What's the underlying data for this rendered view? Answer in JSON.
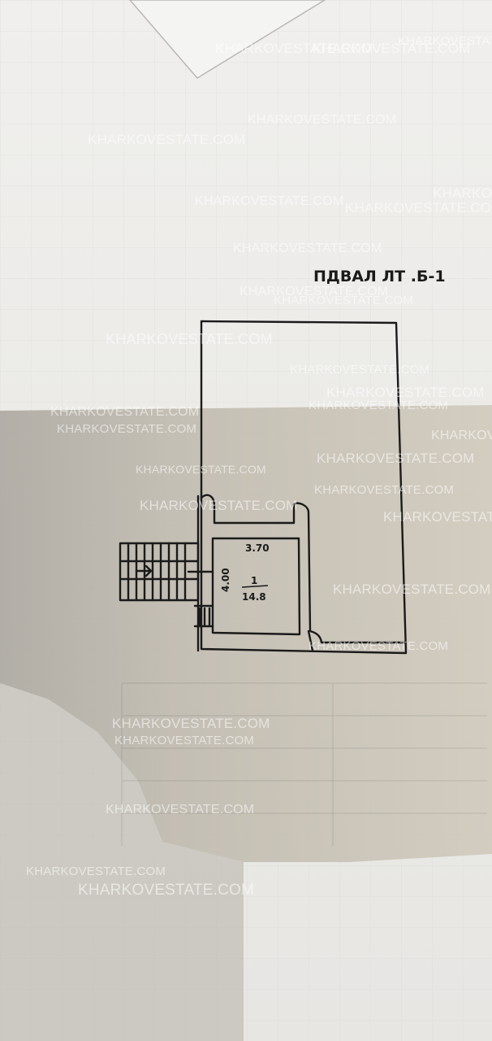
{
  "plan": {
    "title": "ПДВАЛ ЛТ .Б-1",
    "room_width_label": "3.70",
    "room_length_label": "4.00",
    "room_number": "1",
    "room_area": "14.8"
  },
  "watermarks": [
    "KHARKOVESTATE.COM",
    "KHARKOVESTATE.COM",
    "KHARKOVESTATE.COM",
    "KHARKOVESTATE.COM",
    "KHARKOVESTATE.COM",
    "KHARKOVESTATE.COM",
    "KHARKOVESTATE.COM",
    "KHARKOVESTATE.COM",
    "KHARKOVESTATE.COM",
    "KHARKOVESTATE.COM",
    "KHARKOVESTATE.COM",
    "KHARKOVESTATE.COM",
    "KHARKOVESTATE.COM",
    "KHARKOVESTATE.COM",
    "KHARKOVESTATE.COM",
    "KHARKOVESTATE.COM",
    "KHARKOVESTATE.COM",
    "KHARKOVESTATE.COM",
    "KHARKOVESTATE.COM",
    "KHARKOVESTATE.COM",
    "KHARKOVESTATE.COM",
    "KHARKOVESTATE.COM",
    "KHARKOVESTATE.COM",
    "KHARKOVESTATE.COM",
    "KHARKOVESTATE.COM",
    "KHARKOVESTATE.COM",
    "KHARKOVESTATE.COM",
    "KHARKOVESTATE.COM",
    "KHARKOVESTATE.COM",
    "KHARKOVESTATE.COM"
  ],
  "colors": {
    "paper": "#ecebe8",
    "shadow": "#c9c4b8",
    "ink": "#1a1a1a",
    "watermark": "#ffffff"
  }
}
